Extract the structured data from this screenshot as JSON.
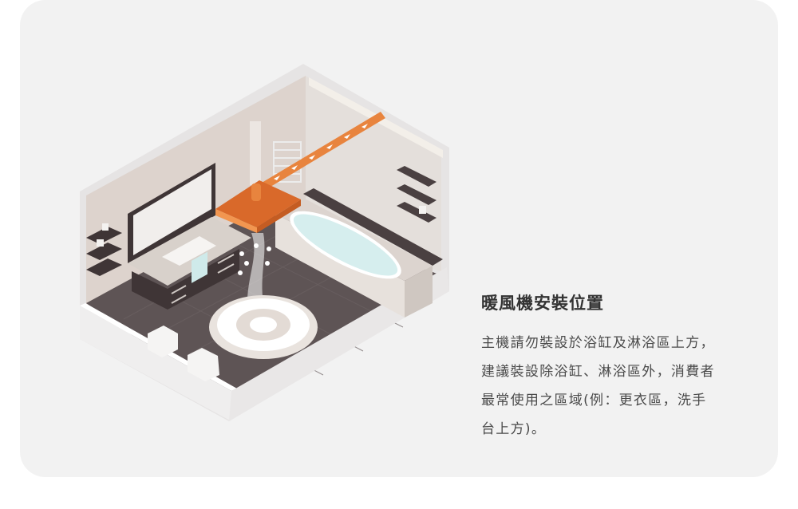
{
  "card": {
    "background": "#f2f2f2"
  },
  "illustration": {
    "subject": "isometric-bathroom-with-ceiling-heater",
    "accent_color": "#e07a35",
    "floor_color": "#5e5455",
    "wall_color": "#e2dbd6",
    "water_color": "#d6eeee"
  },
  "content": {
    "title": "暖風機安裝位置",
    "lines": [
      "主機請勿裝設於浴缸及淋浴區上方，",
      "建議裝設除浴缸、淋浴區外，消費者",
      "最常使用之區域(例：更衣區，洗手",
      "台上方)。"
    ]
  }
}
